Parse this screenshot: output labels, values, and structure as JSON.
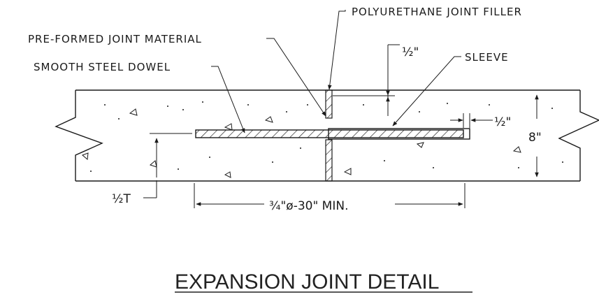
{
  "labels": {
    "polyurethane": "POLYURETHANE JOINT FILLER",
    "preformed": "PRE-FORMED JOINT MATERIAL",
    "dowel": "SMOOTH STEEL DOWEL",
    "sleeve": "SLEEVE",
    "half_top": "½\"",
    "half_right": "½\"",
    "depth": "8\"",
    "half_t": "½T",
    "dowel_spec": "¾\"ø-30\" MIN."
  },
  "title": "EXPANSION JOINT DETAIL"
}
